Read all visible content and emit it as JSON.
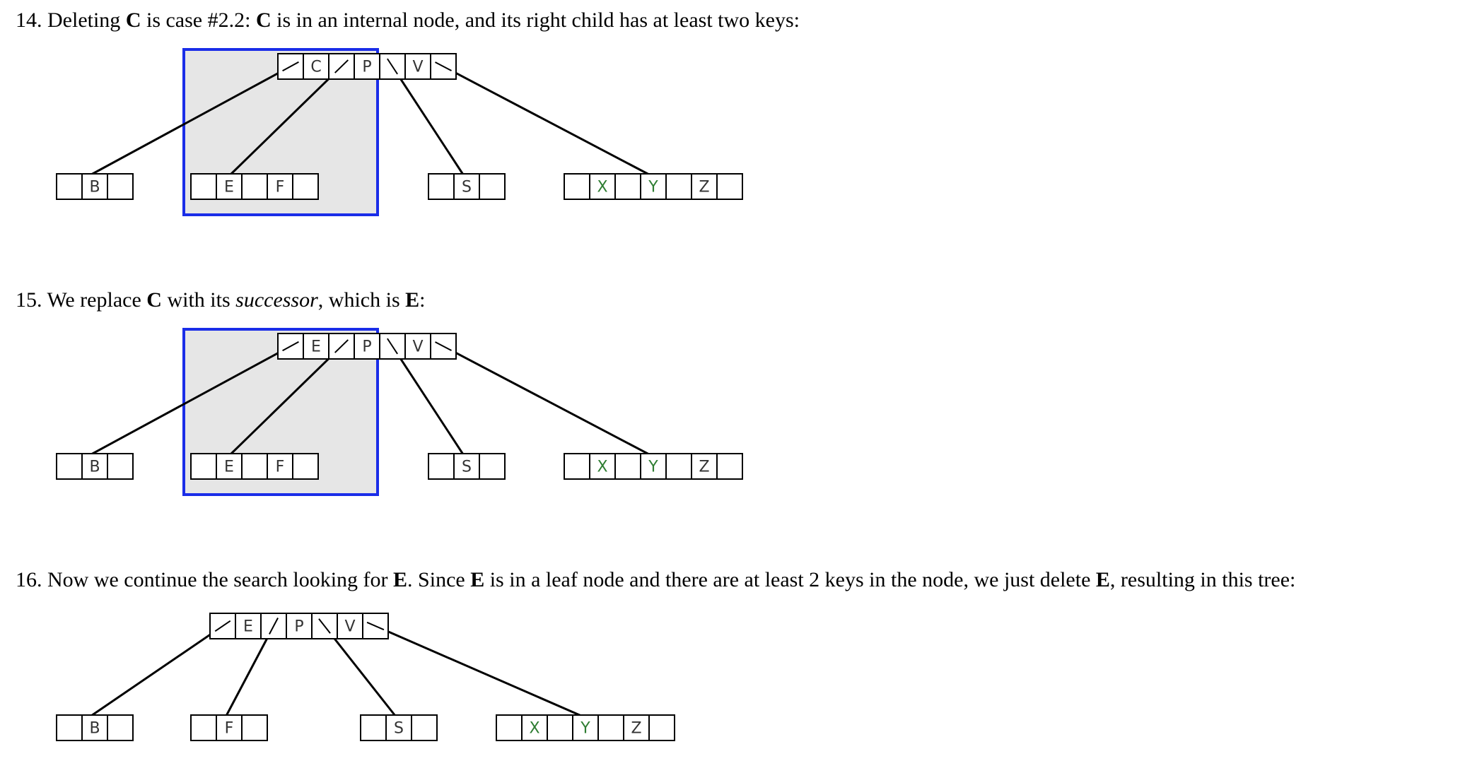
{
  "steps": [
    {
      "number": "14.",
      "parts": [
        {
          "t": " Deleting "
        },
        {
          "t": "C",
          "b": true
        },
        {
          "t": " is case #2.2: "
        },
        {
          "t": "C",
          "b": true
        },
        {
          "t": " is in an internal node, and its right child has at least two keys:"
        }
      ],
      "tree": {
        "highlight": true,
        "root": {
          "keys": [
            "C",
            "P",
            "V"
          ]
        },
        "leaves": [
          {
            "name": "leaf-b",
            "keys": [
              "B"
            ]
          },
          {
            "name": "leaf-ef",
            "keys": [
              "E",
              "F"
            ]
          },
          {
            "name": "leaf-s",
            "keys": [
              "S"
            ]
          },
          {
            "name": "leaf-xyz",
            "keys": [
              "X",
              "Y",
              "Z"
            ]
          }
        ]
      }
    },
    {
      "number": "15.",
      "parts": [
        {
          "t": " We replace "
        },
        {
          "t": "C",
          "b": true
        },
        {
          "t": " with its "
        },
        {
          "t": "successor",
          "i": true
        },
        {
          "t": ", which is "
        },
        {
          "t": "E",
          "b": true
        },
        {
          "t": ":"
        }
      ],
      "tree": {
        "highlight": true,
        "root": {
          "keys": [
            "E",
            "P",
            "V"
          ]
        },
        "leaves": [
          {
            "name": "leaf-b",
            "keys": [
              "B"
            ]
          },
          {
            "name": "leaf-ef",
            "keys": [
              "E",
              "F"
            ]
          },
          {
            "name": "leaf-s",
            "keys": [
              "S"
            ]
          },
          {
            "name": "leaf-xyz",
            "keys": [
              "X",
              "Y",
              "Z"
            ]
          }
        ]
      }
    },
    {
      "number": "16.",
      "parts": [
        {
          "t": " Now we continue the search looking for "
        },
        {
          "t": "E",
          "b": true
        },
        {
          "t": ". Since "
        },
        {
          "t": "E",
          "b": true
        },
        {
          "t": " is in a leaf node and there are at least 2 keys in the node, we just delete "
        },
        {
          "t": "E",
          "b": true
        },
        {
          "t": ", resulting in this tree:"
        }
      ],
      "tree": {
        "highlight": false,
        "root": {
          "keys": [
            "E",
            "P",
            "V"
          ]
        },
        "leaves": [
          {
            "name": "leaf-b",
            "keys": [
              "B"
            ]
          },
          {
            "name": "leaf-f",
            "keys": [
              "F"
            ]
          },
          {
            "name": "leaf-s",
            "keys": [
              "S"
            ]
          },
          {
            "name": "leaf-xyz",
            "keys": [
              "X",
              "Y",
              "Z"
            ]
          }
        ]
      }
    }
  ],
  "colors": {
    "highlight_border": "#1a2de8",
    "highlight_fill": "#e6e6e6",
    "key_green": "#2e7d32",
    "key_dark": "#333333"
  },
  "key_colors": {
    "B": "key_dark",
    "C": "key_dark",
    "E": "key_dark",
    "F": "key_dark",
    "P": "key_dark",
    "V": "key_dark",
    "S": "key_dark",
    "X": "key_green",
    "Y": "key_green",
    "Z": "key_dark"
  }
}
